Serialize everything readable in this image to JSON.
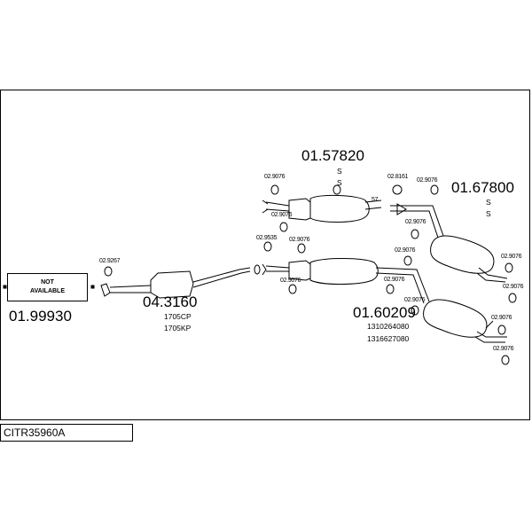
{
  "code": "CITR35960A",
  "not_available": {
    "line1": "NOT",
    "line2": "AVAILABLE"
  },
  "parts": {
    "p01_99930": "01.99930",
    "p04_3160": "04.3160",
    "p01_57820": "01.57820",
    "p01_67800": "01.67800",
    "p01_60209": "01.60209"
  },
  "sub_codes": {
    "c1705CP": "1705CP",
    "c1705KP": "1705KP",
    "c1310264080": "1310264080",
    "c1316627080": "1316627080"
  },
  "s_mark": "S",
  "fittings": {
    "f02_9267": "02.9267",
    "f02_9535": "02.9535",
    "f02_8161": "02.8161",
    "f02_9076": "02.9076"
  },
  "clamp": "57"
}
